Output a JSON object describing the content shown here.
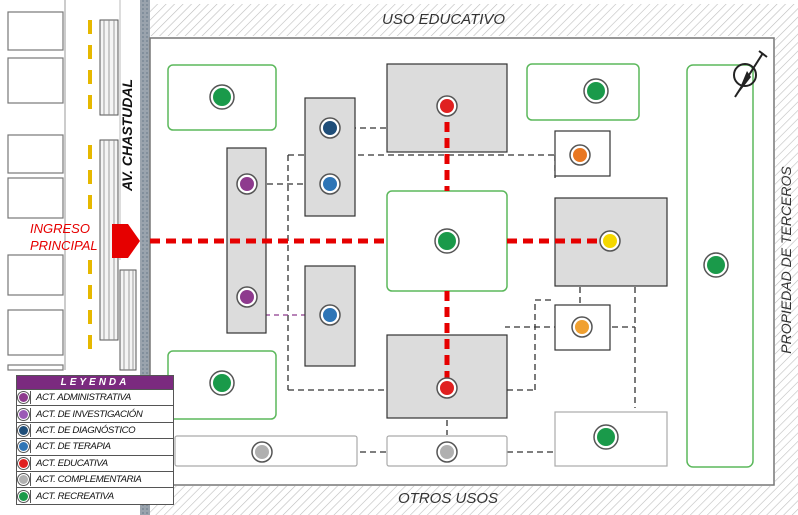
{
  "labels": {
    "top_zone": "USO EDUCATIVO",
    "bottom_zone": "OTROS USOS",
    "right_zone": "PROPIEDAD DE TERCEROS",
    "street": "AV. CHASTUDAL",
    "entrance_line1": "INGRESO",
    "entrance_line2": "PRINCIPAL"
  },
  "legend": {
    "title": "LEYENDA",
    "items": [
      {
        "label": "ACT. ADMINISTRATIVA",
        "color": "#8e3a8e"
      },
      {
        "label": "ACT. DE INVESTIGACIÓN",
        "color": "#9b59b6"
      },
      {
        "label": "ACT. DE DIAGNÓSTICO",
        "color": "#1f4e79"
      },
      {
        "label": "ACT. DE TERAPIA",
        "color": "#2e75b6"
      },
      {
        "label": "ACT.  EDUCATIVA",
        "color": "#e02020"
      },
      {
        "label": "ACT. COMPLEMENTARIA",
        "color": "#b0b0b0"
      },
      {
        "label": "ACT. RECREATIVA",
        "color": "#1a9a4a"
      }
    ]
  },
  "colors": {
    "green_border": "#5cb85c",
    "gray_fill": "#dcdcdc",
    "circulation_red": "#e60000",
    "orange": "#e87722",
    "light_orange": "#f0a030",
    "yellow": "#f5d800"
  }
}
